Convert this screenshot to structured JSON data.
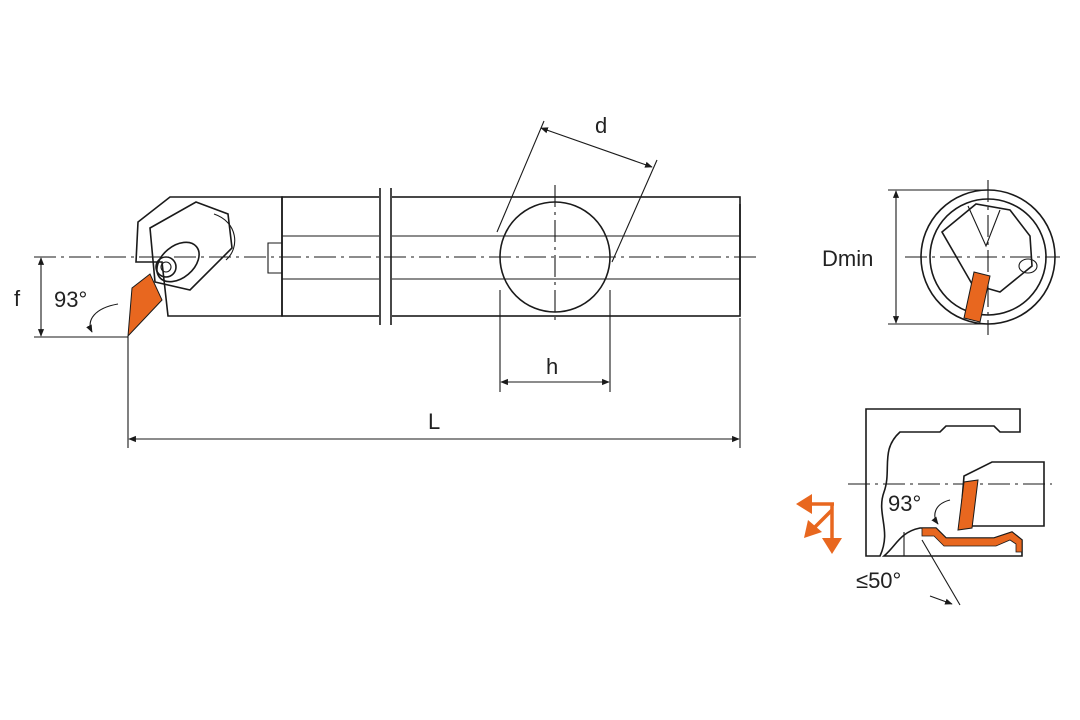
{
  "labels": {
    "d": "d",
    "f": "f",
    "angle_main": "93°",
    "h": "h",
    "L": "L",
    "dmin": "Dmin",
    "angle_detail": "93°",
    "ramp_angle": "≤50°"
  },
  "colors": {
    "insert": "#e8671f",
    "body_fill": "#e2e2e2",
    "outline": "#1a1a1a",
    "label_text": "#222222"
  }
}
